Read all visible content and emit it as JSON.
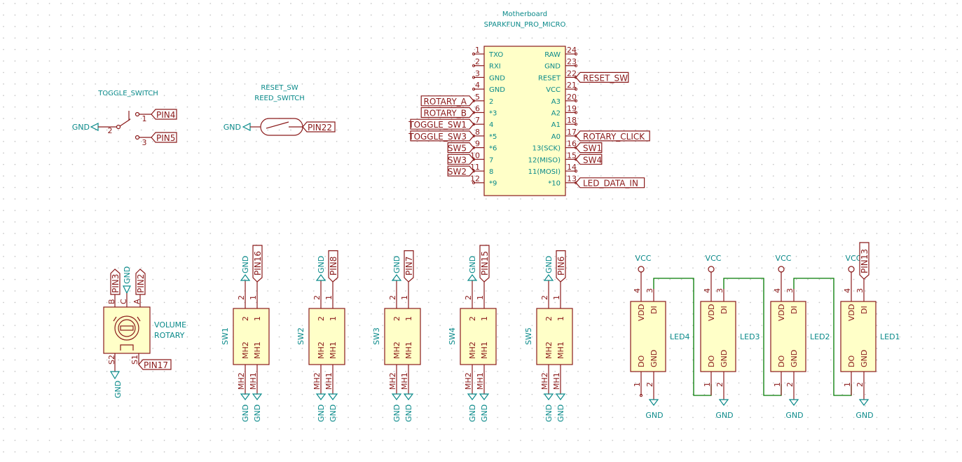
{
  "colors": {
    "wire": "#8a1a1a",
    "text": "#0a8a8a",
    "body": "#ffffc8",
    "net": "#007a00"
  },
  "motherboard": {
    "ref": "Motherboard",
    "value": "SPARKFUN_PRO_MICRO",
    "left_pins": [
      {
        "num": "1",
        "name": "TXO",
        "net": ""
      },
      {
        "num": "2",
        "name": "RXI",
        "net": ""
      },
      {
        "num": "3",
        "name": "GND",
        "net": ""
      },
      {
        "num": "4",
        "name": "GND",
        "net": ""
      },
      {
        "num": "5",
        "name": "2",
        "net": "ROTARY_A"
      },
      {
        "num": "6",
        "name": "*3",
        "net": "ROTARY_B"
      },
      {
        "num": "7",
        "name": "4",
        "net": "TOGGLE_SW1"
      },
      {
        "num": "8",
        "name": "*5",
        "net": "TOGGLE_SW3"
      },
      {
        "num": "9",
        "name": "*6",
        "net": "SW5"
      },
      {
        "num": "10",
        "name": "7",
        "net": "SW3"
      },
      {
        "num": "11",
        "name": "8",
        "net": "SW2"
      },
      {
        "num": "12",
        "name": "*9",
        "net": ""
      }
    ],
    "right_pins": [
      {
        "num": "24",
        "name": "RAW",
        "net": ""
      },
      {
        "num": "23",
        "name": "GND",
        "net": ""
      },
      {
        "num": "22",
        "name": "RESET",
        "net": "RESET_SW"
      },
      {
        "num": "21",
        "name": "VCC",
        "net": ""
      },
      {
        "num": "20",
        "name": "A3",
        "net": ""
      },
      {
        "num": "19",
        "name": "A2",
        "net": ""
      },
      {
        "num": "18",
        "name": "A1",
        "net": ""
      },
      {
        "num": "17",
        "name": "A0",
        "net": "ROTARY_CLICK"
      },
      {
        "num": "16",
        "name": "13(SCK)",
        "net": "SW1"
      },
      {
        "num": "15",
        "name": "12(MISO)",
        "net": "SW4"
      },
      {
        "num": "14",
        "name": "11(MOSI)",
        "net": ""
      },
      {
        "num": "13",
        "name": "*10",
        "net": "LED_DATA_IN"
      }
    ]
  },
  "toggle": {
    "title": "TOGGLE_SWITCH",
    "gnd": "GND",
    "pin2": "2",
    "pin1": "1",
    "pin3": "3",
    "net1": "PIN4",
    "net3": "PIN5"
  },
  "reed": {
    "ref": "RESET_SW",
    "value": "REED_SWITCH",
    "gnd": "GND",
    "net": "PIN22"
  },
  "rotary": {
    "line1": "VOLUME",
    "line2": "ROTARY",
    "netB": "PIN3",
    "gnd_top": "GND",
    "netA": "PIN2",
    "pinB": "B",
    "pinC": "C",
    "pinA": "A",
    "pinS2": "S2",
    "pinS1": "S1",
    "netS1": "PIN17",
    "gnd_bottom": "GND"
  },
  "switches": [
    {
      "ref": "SW1",
      "net": "PIN16",
      "gnd": "GND"
    },
    {
      "ref": "SW2",
      "net": "PIN8",
      "gnd": "GND"
    },
    {
      "ref": "SW3",
      "net": "PIN7",
      "gnd": "GND"
    },
    {
      "ref": "SW4",
      "net": "PIN15",
      "gnd": "GND"
    },
    {
      "ref": "SW5",
      "net": "PIN6",
      "gnd": "GND"
    }
  ],
  "switch_pins": {
    "p2": "2",
    "p1": "1",
    "mh2": "MH2",
    "mh1": "MH1",
    "gnd": "GND"
  },
  "leds": [
    {
      "ref": "LED4",
      "vcc": "VCC",
      "gnd": "GND",
      "net": ""
    },
    {
      "ref": "LED3",
      "vcc": "VCC",
      "gnd": "GND",
      "net": ""
    },
    {
      "ref": "LED2",
      "vcc": "VCC",
      "gnd": "GND",
      "net": ""
    },
    {
      "ref": "LED1",
      "vcc": "VCC",
      "gnd": "GND",
      "net": "PIN13"
    }
  ],
  "led_pins": {
    "p4": "4",
    "p3": "3",
    "p1": "1",
    "p2": "2",
    "vdd": "VDD",
    "di": "DI",
    "do": "DO",
    "gnd": "GND"
  }
}
